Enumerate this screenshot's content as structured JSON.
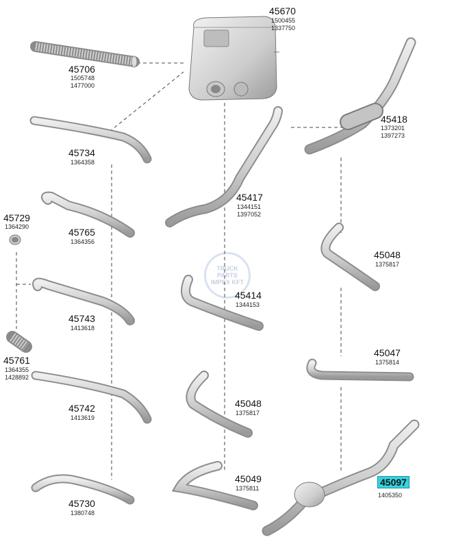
{
  "watermark": {
    "line1": "TRUCK PARTS",
    "line2": "IMPEX KFT"
  },
  "parts": [
    {
      "id": "45670",
      "refs": [
        "1500455",
        "1337750"
      ],
      "highlight": false
    },
    {
      "id": "45706",
      "refs": [
        "1505748",
        "1477000"
      ],
      "highlight": false
    },
    {
      "id": "45734",
      "refs": [
        "1364358"
      ],
      "highlight": false
    },
    {
      "id": "45418",
      "refs": [
        "1373201",
        "1397273"
      ],
      "highlight": false
    },
    {
      "id": "45729",
      "refs": [
        "1364290"
      ],
      "highlight": false
    },
    {
      "id": "45417",
      "refs": [
        "1344151",
        "1397052"
      ],
      "highlight": false
    },
    {
      "id": "45765",
      "refs": [
        "1364356"
      ],
      "highlight": false
    },
    {
      "id": "45048",
      "refs": [
        "1375817"
      ],
      "highlight": false
    },
    {
      "id": "45414",
      "refs": [
        "1344153"
      ],
      "highlight": false
    },
    {
      "id": "45743",
      "refs": [
        "1413618"
      ],
      "highlight": false
    },
    {
      "id": "45761",
      "refs": [
        "1364355",
        "1428892"
      ],
      "highlight": false
    },
    {
      "id": "45047",
      "refs": [
        "1375814"
      ],
      "highlight": false
    },
    {
      "id": "45048",
      "refs": [
        "1375817"
      ],
      "highlight": false
    },
    {
      "id": "45742",
      "refs": [
        "1413619"
      ],
      "highlight": false
    },
    {
      "id": "45049",
      "refs": [
        "1375811"
      ],
      "highlight": false
    },
    {
      "id": "45097",
      "refs": [
        "1405350"
      ],
      "highlight": true
    },
    {
      "id": "45730",
      "refs": [
        "1380748"
      ],
      "highlight": false
    }
  ]
}
